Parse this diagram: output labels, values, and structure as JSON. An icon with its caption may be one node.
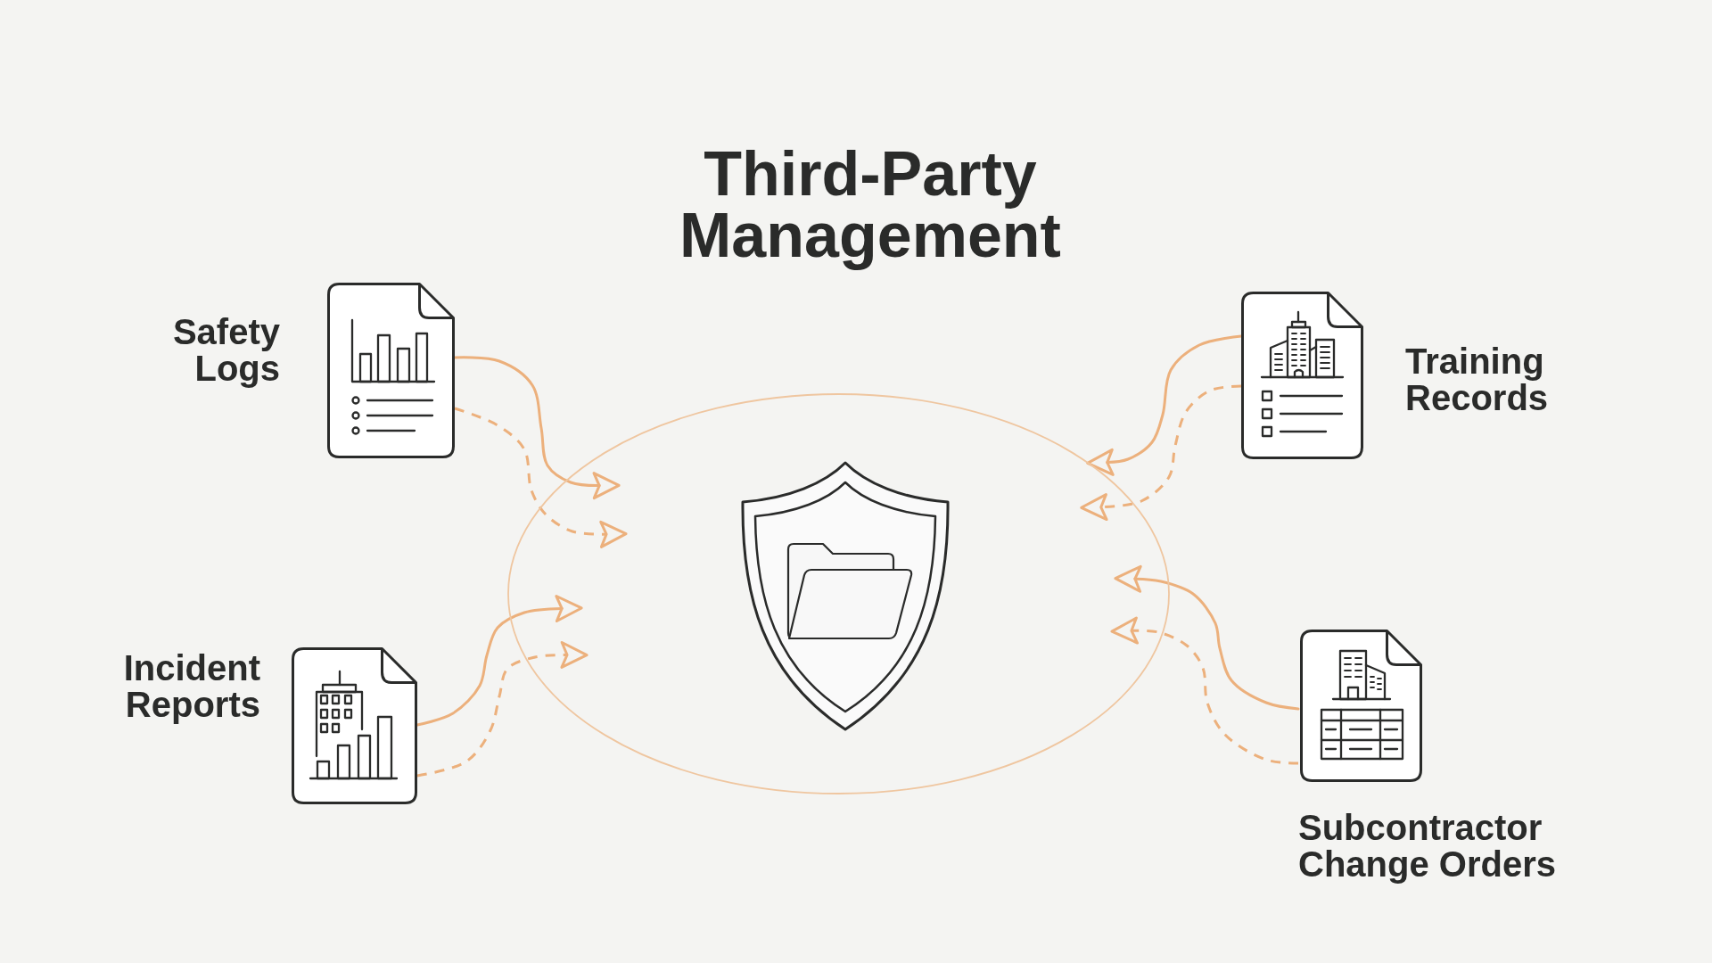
{
  "diagram": {
    "title": "Third-Party Management",
    "nodes": [
      {
        "text": [
          "Safety Logs"
        ]
      },
      {
        "text": [
          "Training Records"
        ]
      },
      {
        "text": [],
        "shape": "ellipse"
      },
      {
        "text": [],
        "shape": "picture",
        "in": 2
      },
      {
        "text": [
          "Incident Reports"
        ]
      },
      {
        "text": [
          "Subcontractor Change Orders"
        ]
      }
    ],
    "edges": [
      {
        "from": 0,
        "to": 2,
        "arrow": "to"
      },
      {
        "from": 0,
        "to": 2,
        "arrow": "to",
        "style": "dashed"
      },
      {
        "from": 1,
        "to": 2,
        "arrow": "to"
      },
      {
        "from": 1,
        "to": 2,
        "arrow": "to",
        "style": "dashed"
      },
      {
        "from": 4,
        "to": 2,
        "arrow": "to"
      },
      {
        "from": 4,
        "to": 2,
        "arrow": "to",
        "style": "dashed"
      },
      {
        "from": 5,
        "to": 2,
        "arrow": "to"
      },
      {
        "from": 5,
        "to": 2,
        "arrow": "to",
        "style": "dashed"
      }
    ]
  }
}
